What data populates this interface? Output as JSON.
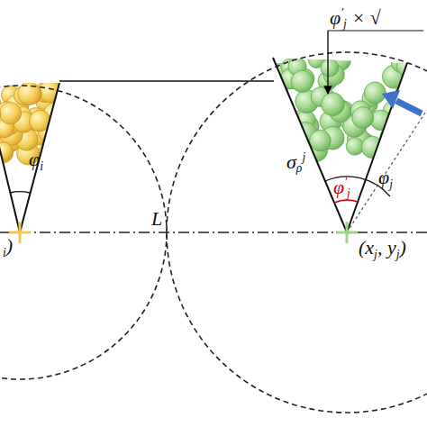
{
  "diagram": {
    "labels": [
      "φi",
      "i)",
      "L",
      "(xj, yj)",
      "σρj",
      "φ'j",
      "φj",
      "φ'j × √"
    ]
  }
}
